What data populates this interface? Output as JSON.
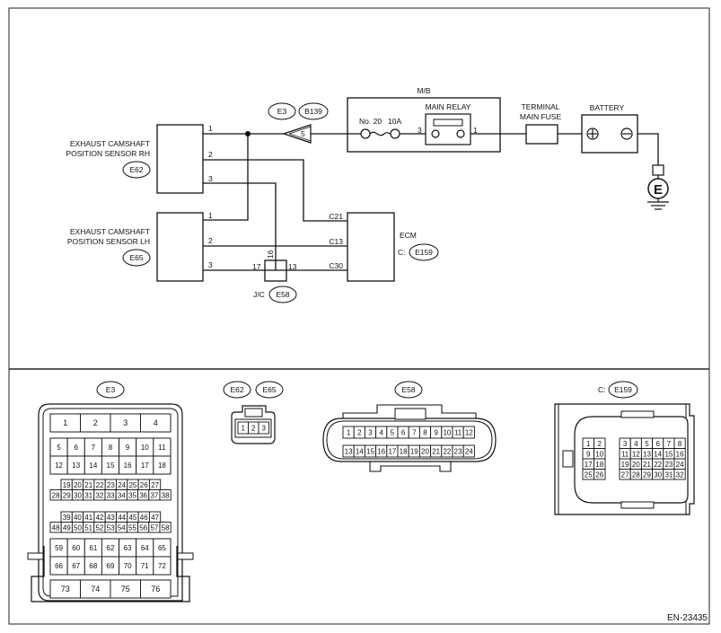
{
  "diagram": {
    "code": "EN-23435",
    "sensor_rh": {
      "line1": "EXHAUST CAMSHAFT",
      "line2": "POSITION SENSOR RH",
      "connector": "E62",
      "pins": [
        "1",
        "2",
        "3"
      ]
    },
    "sensor_lh": {
      "line1": "EXHAUST CAMSHAFT",
      "line2": "POSITION SENSOR LH",
      "connector": "E65",
      "pins": [
        "1",
        "2",
        "3"
      ]
    },
    "connector_e3": {
      "label": "E3",
      "pin": "5"
    },
    "connector_b139": {
      "label": "B139"
    },
    "mb": {
      "label": "M/B",
      "fuse_label": "No. 20",
      "fuse_rating": "10A",
      "relay_label": "MAIN RELAY",
      "relay_pin_in": "3",
      "relay_pin_out": "1"
    },
    "terminal_fuse": {
      "line1": "TERMINAL",
      "line2": "MAIN FUSE"
    },
    "battery": {
      "label": "BATTERY"
    },
    "ground": {
      "symbol": "E"
    },
    "ecm": {
      "label": "ECM",
      "prefix": "C:",
      "connector": "E159",
      "pins": [
        "C21",
        "C13",
        "C30"
      ]
    },
    "jc": {
      "label": "J/C",
      "connector": "E58",
      "pins": [
        "17",
        "16",
        "13"
      ]
    }
  },
  "connectors": {
    "e3": {
      "label": "E3",
      "row1": [
        "1",
        "2",
        "3",
        "4"
      ],
      "row2": [
        "5",
        "6",
        "7",
        "8",
        "9",
        "10",
        "11"
      ],
      "row3": [
        "12",
        "13",
        "14",
        "15",
        "16",
        "17",
        "18"
      ],
      "row4": [
        "19",
        "20",
        "21",
        "22",
        "23",
        "24",
        "25",
        "26",
        "27"
      ],
      "row5": [
        "28",
        "29",
        "30",
        "31",
        "32",
        "33",
        "34",
        "35",
        "36",
        "37",
        "38"
      ],
      "row6": [
        "39",
        "40",
        "41",
        "42",
        "43",
        "44",
        "45",
        "46",
        "47"
      ],
      "row7": [
        "48",
        "49",
        "50",
        "51",
        "52",
        "53",
        "54",
        "55",
        "56",
        "57",
        "58"
      ],
      "row8": [
        "59",
        "60",
        "61",
        "62",
        "63",
        "64",
        "65"
      ],
      "row9": [
        "66",
        "67",
        "68",
        "69",
        "70",
        "71",
        "72"
      ],
      "row10": [
        "73",
        "74",
        "75",
        "76"
      ]
    },
    "e62": {
      "label": "E62"
    },
    "e65": {
      "label": "E65"
    },
    "e62_e65_pins": [
      "1",
      "2",
      "3"
    ],
    "e58": {
      "label": "E58",
      "row1": [
        "1",
        "2",
        "3",
        "4",
        "5",
        "6",
        "7",
        "8",
        "9",
        "10",
        "11",
        "12"
      ],
      "row2": [
        "13",
        "14",
        "15",
        "16",
        "17",
        "18",
        "19",
        "20",
        "21",
        "22",
        "23",
        "24"
      ]
    },
    "e159": {
      "prefix": "C:",
      "label": "E159",
      "left_rows": [
        [
          "1",
          "2"
        ],
        [
          "9",
          "10"
        ],
        [
          "17",
          "18"
        ],
        [
          "25",
          "26"
        ]
      ],
      "right_rows": [
        [
          "3",
          "4",
          "5",
          "6",
          "7",
          "8"
        ],
        [
          "11",
          "12",
          "13",
          "14",
          "15",
          "16"
        ],
        [
          "19",
          "20",
          "21",
          "22",
          "23",
          "24"
        ],
        [
          "27",
          "28",
          "29",
          "30",
          "31",
          "32"
        ]
      ]
    }
  }
}
